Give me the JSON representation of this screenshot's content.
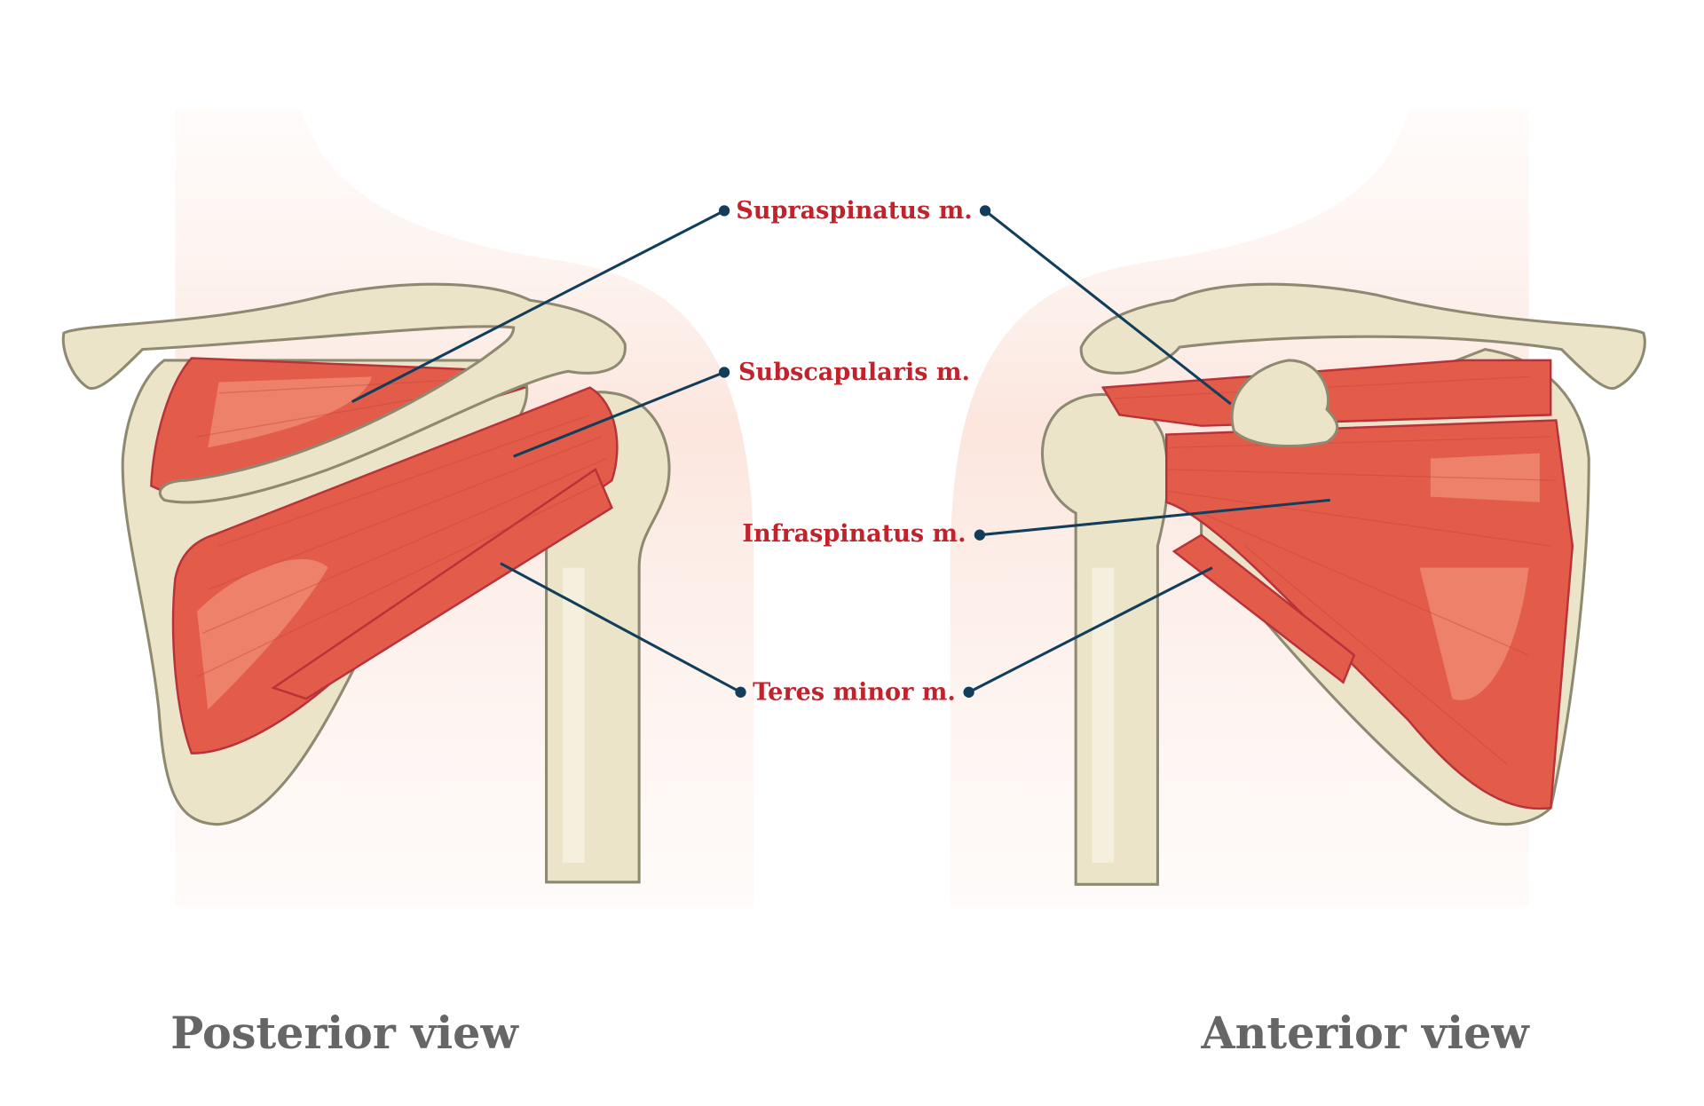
{
  "labels": {
    "supraspinatus": "Supraspinatus m.",
    "subscapularis": "Subscapularis m.",
    "infraspinatus": "Infraspinatus m.",
    "teres_minor": "Teres minor m."
  },
  "views": {
    "posterior": "Posterior view",
    "anterior": "Anterior view"
  },
  "colors": {
    "label": "#c0232c",
    "leader": "#123e5c",
    "muscle": "#e35c4a",
    "bone": "#ebe4c9",
    "title": "#666666"
  }
}
